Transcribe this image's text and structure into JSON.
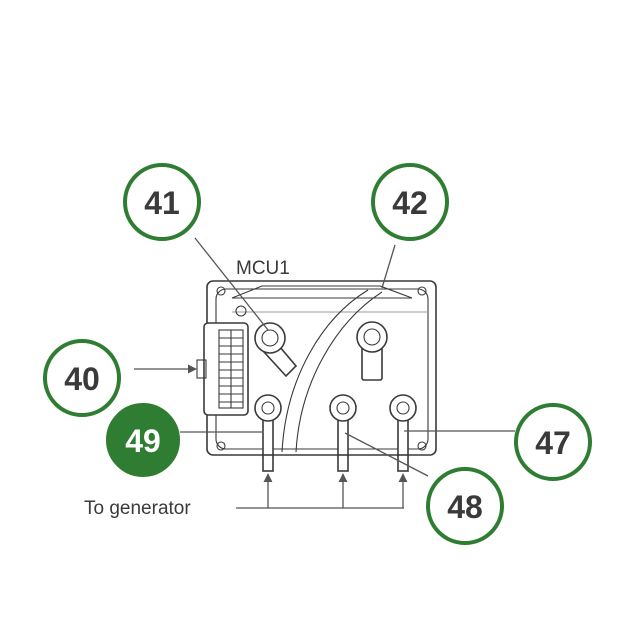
{
  "callouts": {
    "c40": "40",
    "c41": "41",
    "c42": "42",
    "c47": "47",
    "c48": "48",
    "c49": "49"
  },
  "labels": {
    "unit": "MCU1",
    "generator": "To generator"
  },
  "colors": {
    "accent": "#2e7d32",
    "text": "#3a3a3a"
  }
}
